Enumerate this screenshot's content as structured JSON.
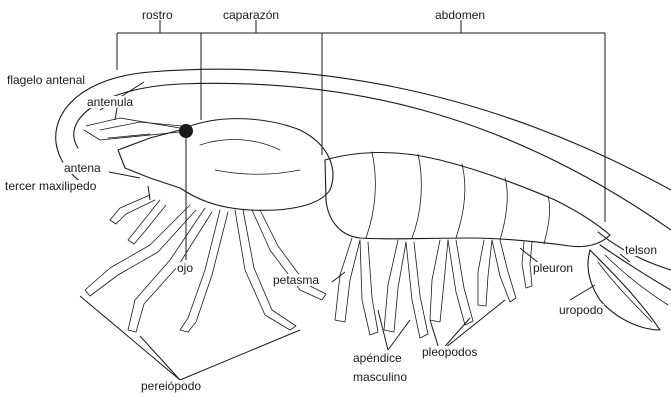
{
  "diagram": {
    "labels": {
      "rostro": "rostro",
      "caparazon": "caparazón",
      "abdomen": "abdomen",
      "flagelo_antenal": "flagelo antenal",
      "antenula": "antenula",
      "antena": "antena",
      "tercer_maxilipedo": "tercer maxilipedo",
      "ojo": "ojo",
      "petasma": "petasma",
      "pleuron": "pleuron",
      "telson": "telson",
      "uropodo": "uropodo",
      "apendice_masculino": [
        "apéndice",
        "masculino"
      ],
      "pleopodos": "pleopodos",
      "pereiopodo": "pereiópodo"
    },
    "colors": {
      "ink": "#1a1a1a",
      "background": "#ffffff"
    }
  }
}
